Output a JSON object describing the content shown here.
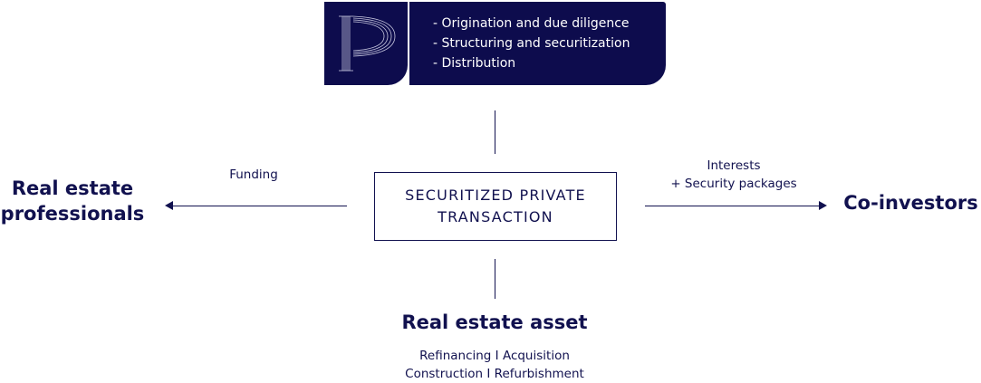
{
  "roles": [
    "- Origination and due diligence",
    "- Structuring and securitization",
    "- Distribution"
  ],
  "center": {
    "line1": "SECURITIZED PRIVATE",
    "line2": "TRANSACTION"
  },
  "left": {
    "label": "Funding",
    "title1": "Real estate",
    "title2": "professionals"
  },
  "right": {
    "label1": "Interests",
    "label2": "+ Security packages",
    "title": "Co-investors"
  },
  "bottom": {
    "title": "Real estate asset",
    "line1": "Refinancing I Acquisition",
    "line2": "Construction I Refurbishment"
  },
  "colors": {
    "navy": "#0d0c4d"
  }
}
